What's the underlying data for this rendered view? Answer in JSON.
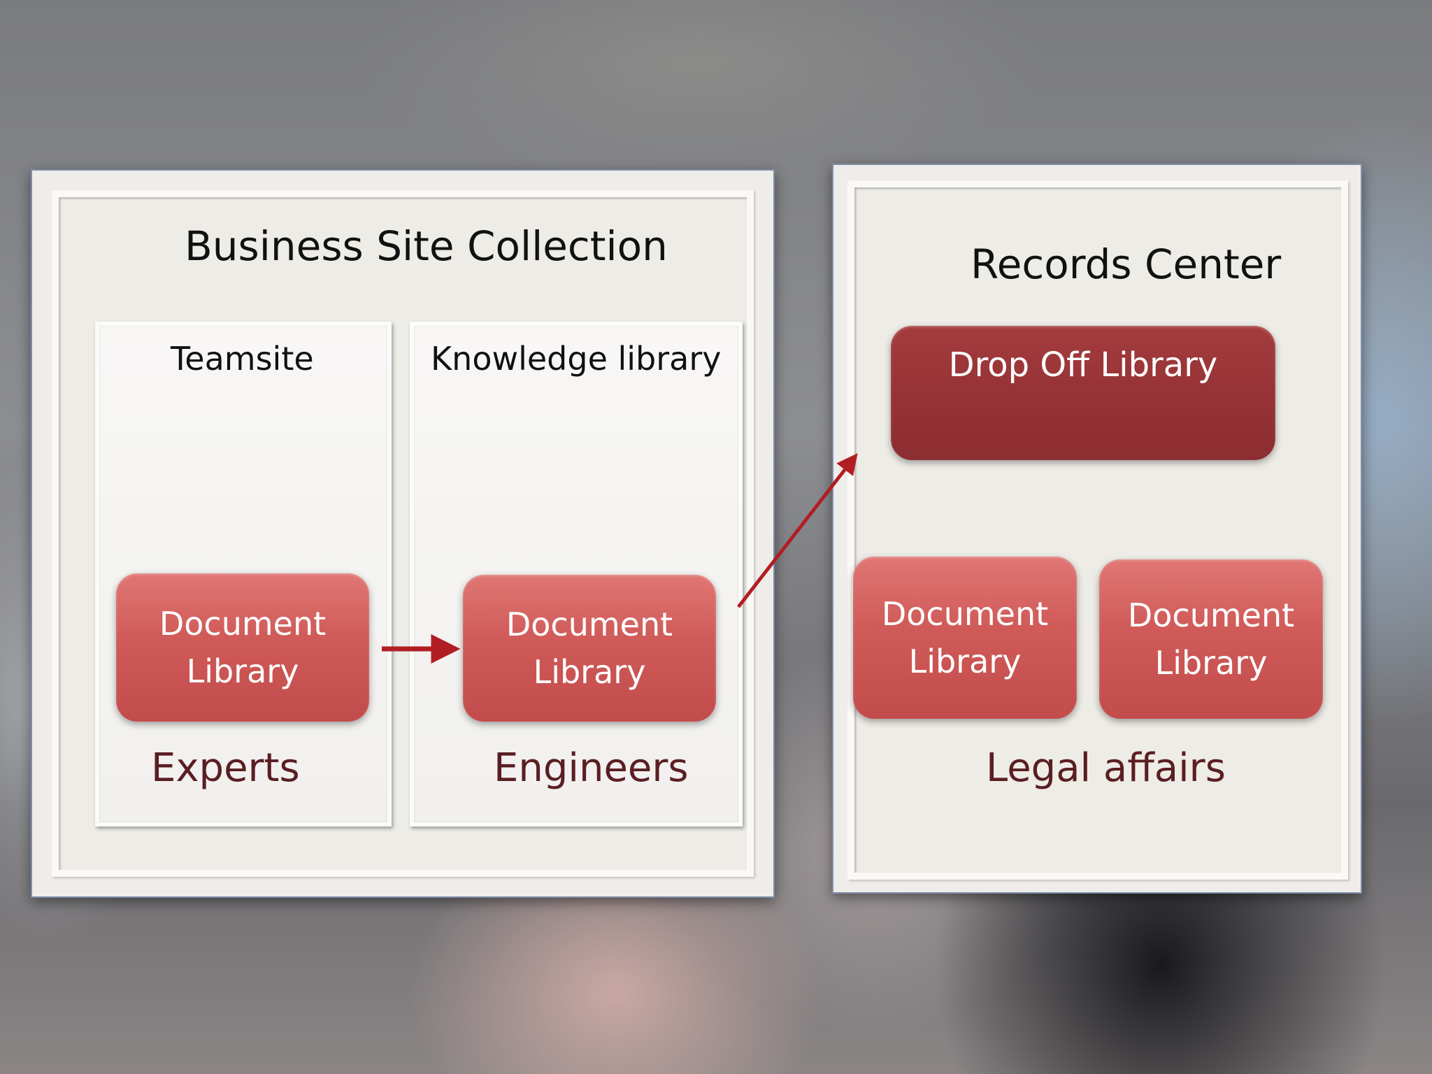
{
  "business_site": {
    "title": "Business Site Collection",
    "teamsite": {
      "label": "Teamsite",
      "library_line1": "Document",
      "library_line2": "Library",
      "group": "Experts"
    },
    "knowledge": {
      "label": "Knowledge library",
      "library_line1": "Document",
      "library_line2": "Library",
      "group": "Engineers"
    }
  },
  "records_center": {
    "title": "Records Center",
    "drop_off": "Drop Off Library",
    "library_a_line1": "Document",
    "library_a_line2": "Library",
    "library_b_line1": "Document",
    "library_b_line2": "Library",
    "group": "Legal affairs"
  },
  "colors": {
    "library": "#cf5a58",
    "drop_off": "#963336",
    "arrow": "#b01e23",
    "group_label": "#5a1e22"
  }
}
